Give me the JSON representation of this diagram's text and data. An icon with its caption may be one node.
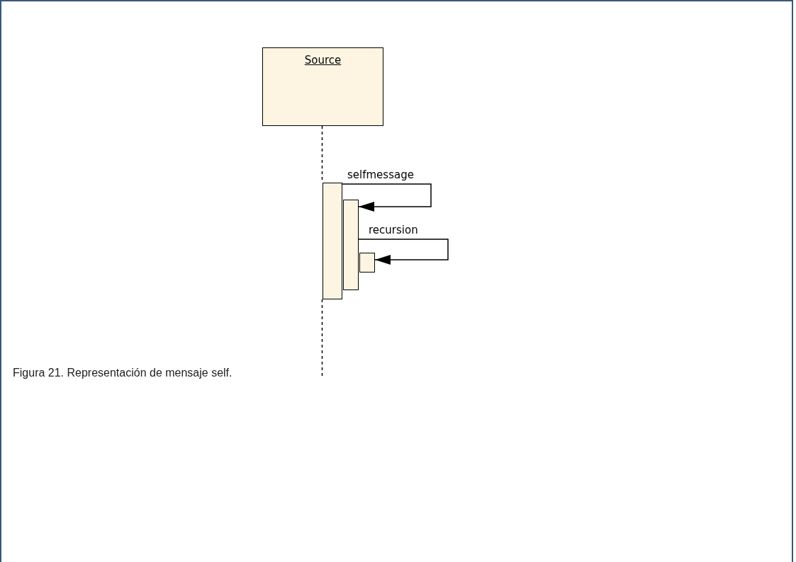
{
  "diagram": {
    "caption": "Figura 21. Representación de mensaje self.",
    "nodes": [
      {
        "text": [
          "Source"
        ]
      },
      {
        "text": [],
        "shape": "box"
      },
      {
        "text": [],
        "shape": "box"
      },
      {
        "text": [],
        "shape": "box"
      }
    ],
    "edges": [
      {
        "from": 0,
        "to": 1,
        "arrow": "none",
        "style": "dashed"
      },
      {
        "from": 1,
        "to": 2,
        "arrow": "to",
        "label": "selfmessage"
      },
      {
        "from": 2,
        "to": 3,
        "arrow": "to",
        "label": "recursion"
      },
      {
        "from": 1,
        "to": null,
        "arrow": "none",
        "style": "dashed"
      }
    ]
  }
}
